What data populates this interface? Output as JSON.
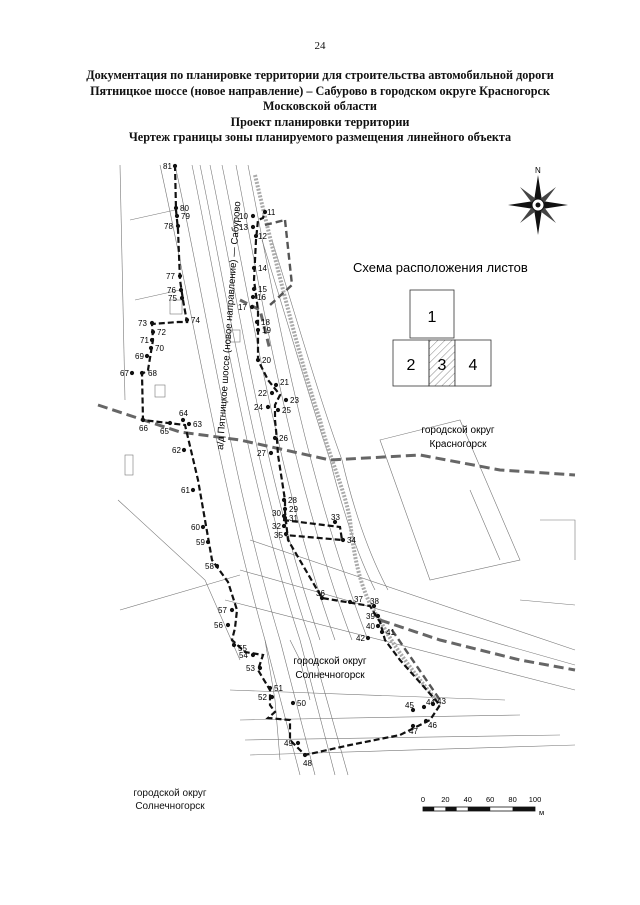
{
  "page_number": "24",
  "title": {
    "line1": "Документация по планировке территории для строительства автомобильной дороги",
    "line2": "Пятницкое шоссе (новое направление) – Сабурово в городском округе Красногорск",
    "line3": "Московской области",
    "line4": "Проект планировки территории",
    "line5": "Чертеж границы зоны планируемого размещения линейного объекта"
  },
  "map": {
    "road_label": "а/д Пятницкое шоссе (новое направление) — Сабурово",
    "compass_label": "N",
    "district_krasnogorsk": [
      "городской округ",
      "Красногорск"
    ],
    "district_solnechnogorsk_map": [
      "городской округ",
      "Солнечногорск"
    ],
    "district_solnechnogorsk_bottom": [
      "городской округ",
      "Солнечногорск"
    ]
  },
  "sheet_scheme": {
    "title": "Схема расположения листов",
    "sheets": [
      "1",
      "2",
      "3",
      "4"
    ],
    "current_sheet": "3"
  },
  "scale_bar": {
    "ticks": [
      "0",
      "20",
      "40",
      "60",
      "80",
      "100"
    ],
    "unit": "м"
  },
  "points": [
    {
      "id": "81"
    },
    {
      "id": "80"
    },
    {
      "id": "79"
    },
    {
      "id": "78"
    },
    {
      "id": "77"
    },
    {
      "id": "76"
    },
    {
      "id": "75"
    },
    {
      "id": "74"
    },
    {
      "id": "73"
    },
    {
      "id": "72"
    },
    {
      "id": "71"
    },
    {
      "id": "70"
    },
    {
      "id": "69"
    },
    {
      "id": "68"
    },
    {
      "id": "67"
    },
    {
      "id": "66"
    },
    {
      "id": "65"
    },
    {
      "id": "64"
    },
    {
      "id": "63"
    },
    {
      "id": "62"
    },
    {
      "id": "61"
    },
    {
      "id": "60"
    },
    {
      "id": "59"
    },
    {
      "id": "58"
    },
    {
      "id": "57"
    },
    {
      "id": "56"
    },
    {
      "id": "55"
    },
    {
      "id": "54"
    },
    {
      "id": "53"
    },
    {
      "id": "52"
    },
    {
      "id": "51"
    },
    {
      "id": "50"
    },
    {
      "id": "49"
    },
    {
      "id": "48"
    },
    {
      "id": "47"
    },
    {
      "id": "46"
    },
    {
      "id": "45"
    },
    {
      "id": "44"
    },
    {
      "id": "43"
    },
    {
      "id": "42"
    },
    {
      "id": "41"
    },
    {
      "id": "40"
    },
    {
      "id": "39"
    },
    {
      "id": "38"
    },
    {
      "id": "37"
    },
    {
      "id": "36"
    },
    {
      "id": "35"
    },
    {
      "id": "34"
    },
    {
      "id": "33"
    },
    {
      "id": "32"
    },
    {
      "id": "31"
    },
    {
      "id": "30"
    },
    {
      "id": "29"
    },
    {
      "id": "28"
    },
    {
      "id": "27"
    },
    {
      "id": "26"
    },
    {
      "id": "25"
    },
    {
      "id": "24"
    },
    {
      "id": "23"
    },
    {
      "id": "22"
    },
    {
      "id": "21"
    },
    {
      "id": "20"
    },
    {
      "id": "19"
    },
    {
      "id": "18"
    },
    {
      "id": "17"
    },
    {
      "id": "16"
    },
    {
      "id": "15"
    },
    {
      "id": "14"
    },
    {
      "id": "13"
    },
    {
      "id": "12"
    },
    {
      "id": "11"
    },
    {
      "id": "10"
    }
  ]
}
